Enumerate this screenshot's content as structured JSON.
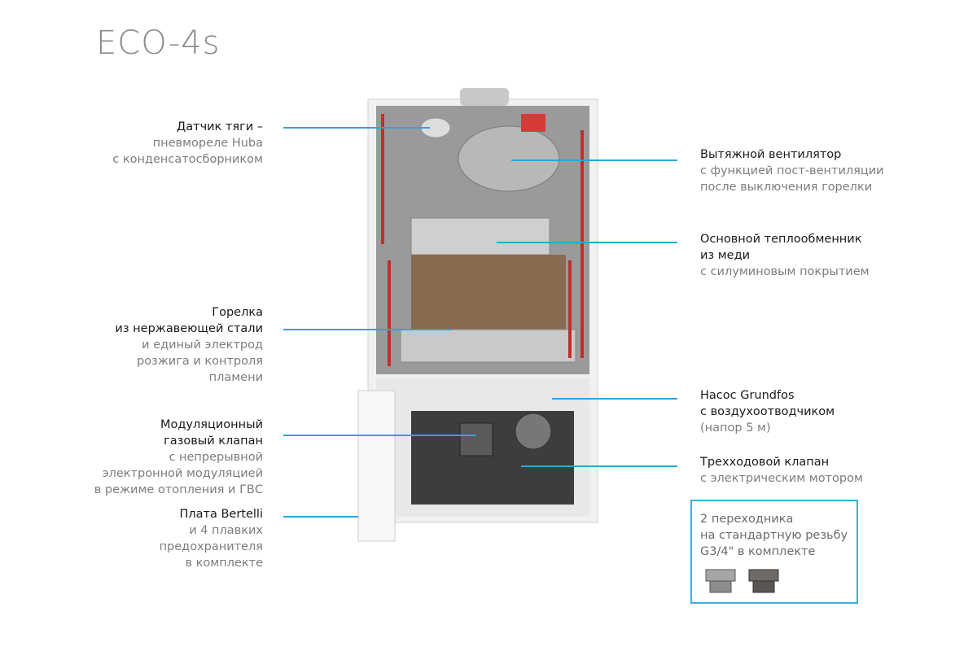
{
  "title": "ECO-4s",
  "colors": {
    "accent": "#2ba6da",
    "heading": "#1a1a1a",
    "sub": "#7d7d7d"
  },
  "left_labels": [
    {
      "heading": [
        "Датчик тяги –"
      ],
      "sub": [
        "пневмореле Huba",
        "с конденсатосборником"
      ]
    },
    {
      "heading": [
        "Горелка",
        "из нержавеющей стали"
      ],
      "sub": [
        "и единый электрод",
        "розжига и контроля",
        "пламени"
      ]
    },
    {
      "heading": [
        "Модуляционный",
        "газовый клапан"
      ],
      "sub": [
        "с непрерывной",
        "электронной модуляцией",
        "в режиме отопления и ГВС"
      ]
    },
    {
      "heading": [
        "Плата Bertelli"
      ],
      "sub": [
        "и 4 плавких",
        "предохранителя",
        "в комплекте"
      ]
    }
  ],
  "right_labels": [
    {
      "heading": [
        "Вытяжной вентилятор"
      ],
      "sub": [
        "с функцией пост-вентиляции",
        "после выключения горелки"
      ]
    },
    {
      "heading": [
        "Основной теплообменник",
        "из меди"
      ],
      "sub": [
        "с силуминовым покрытием"
      ]
    },
    {
      "heading": [
        "Насос Grundfos",
        "с воздухоотводчиком"
      ],
      "sub": [
        "(напор 5 м)"
      ]
    },
    {
      "heading": [
        "Трехходовой клапан"
      ],
      "sub": [
        "с электрическим мотором"
      ]
    }
  ],
  "adapters_box": {
    "lines": [
      "2 переходника",
      "на стандартную резьбу",
      "G3/4\" в комплекте"
    ]
  }
}
